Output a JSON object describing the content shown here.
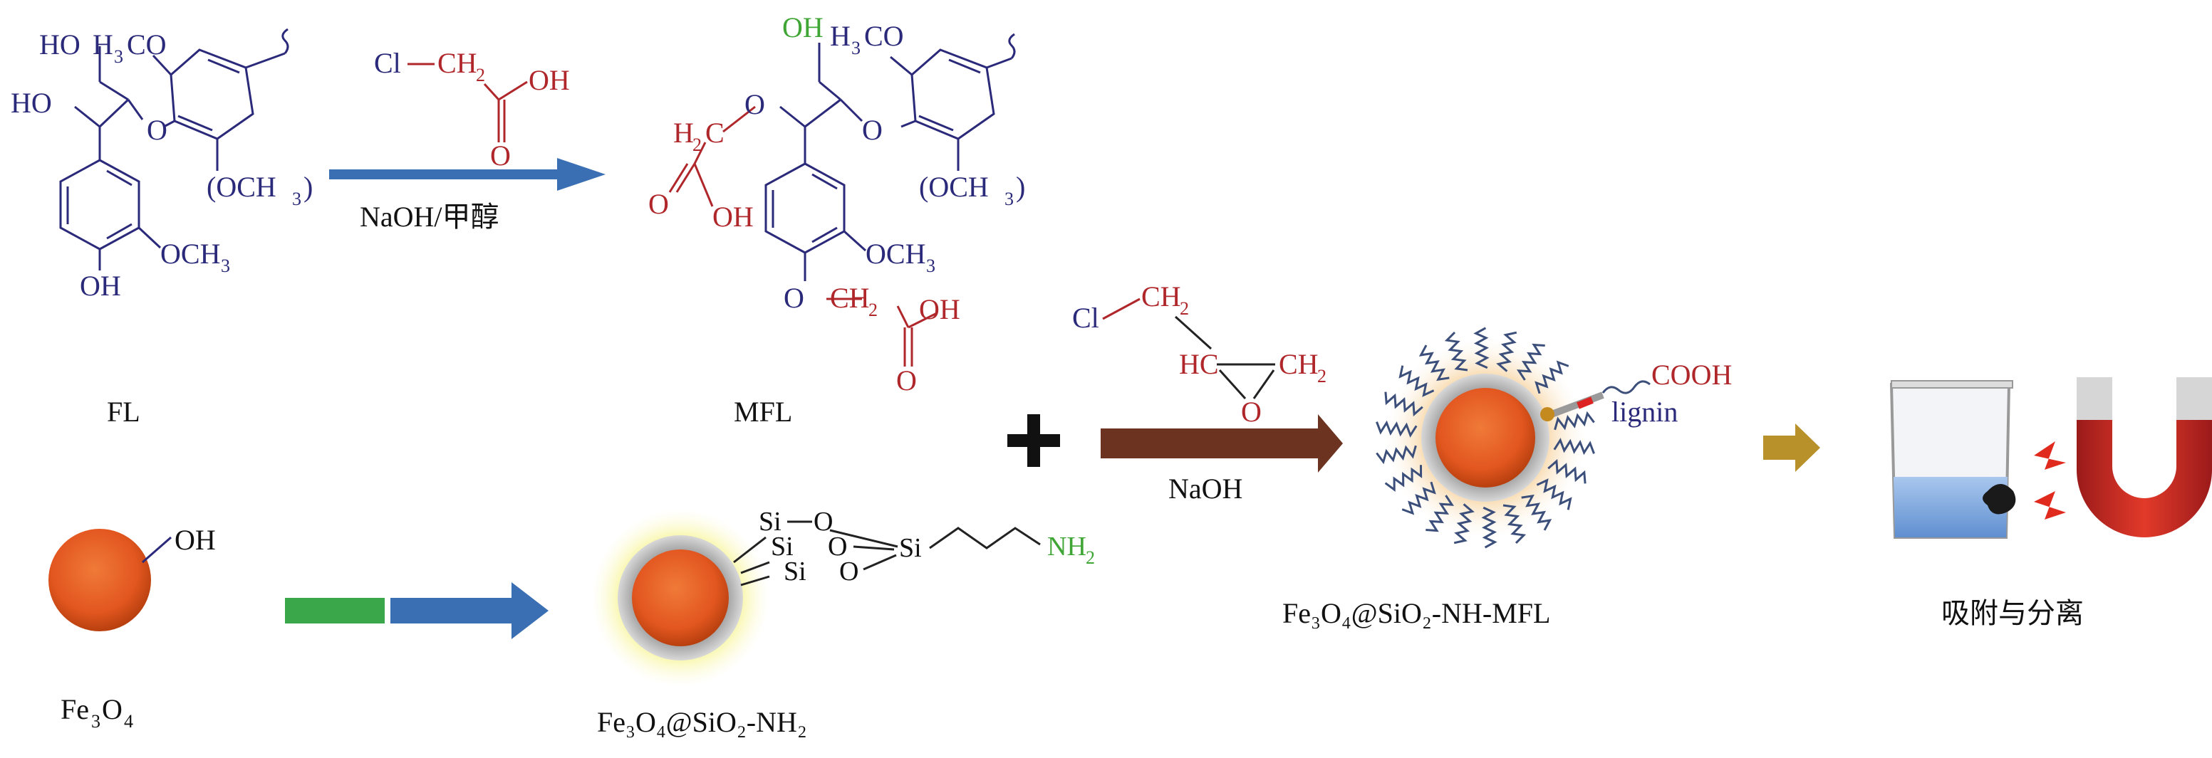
{
  "diagram": {
    "labels": {
      "fl": "FL",
      "mfl": "MFL",
      "fe3o4_base": "Fe",
      "fe3o4_sub1": "3",
      "fe3o4_o": "O",
      "fe3o4_sub2": "4",
      "fe3o4_sio2_nh2": "Fe₃O₄@SiO₂-NH₂",
      "fe3o4_sio2_nh_mfl": "Fe₃O₄@SiO₂-NH-MFL",
      "adsorption": "吸附与分离",
      "lignin": "lignin",
      "cooh": "COOH"
    },
    "reagents": {
      "step1_condition": "NaOH/甲醇",
      "step2_condition": "NaOH",
      "plus": "+",
      "cl": "Cl",
      "ch2": "CH",
      "sub2": "2",
      "oh": "OH",
      "o": "O",
      "hc": "HC",
      "h3co": "H",
      "co": "CO",
      "ho": "HO",
      "och3": "OCH",
      "och3_paren": "(OCH",
      "sub3": "3",
      "close_paren": ")",
      "si": "Si",
      "nh": "NH",
      "h": "H"
    },
    "colors": {
      "navy": "#2b2a7a",
      "red": "#b0272b",
      "green": "#3fa535",
      "arrow_blue": "#3a6fb3",
      "arrow_brown": "#6b3320",
      "arrow_gold": "#b8912a",
      "core_orange": "#e2561f"
    },
    "icons": [
      "magnetic-nanoparticle",
      "beaker",
      "u-magnet",
      "arrow"
    ]
  }
}
